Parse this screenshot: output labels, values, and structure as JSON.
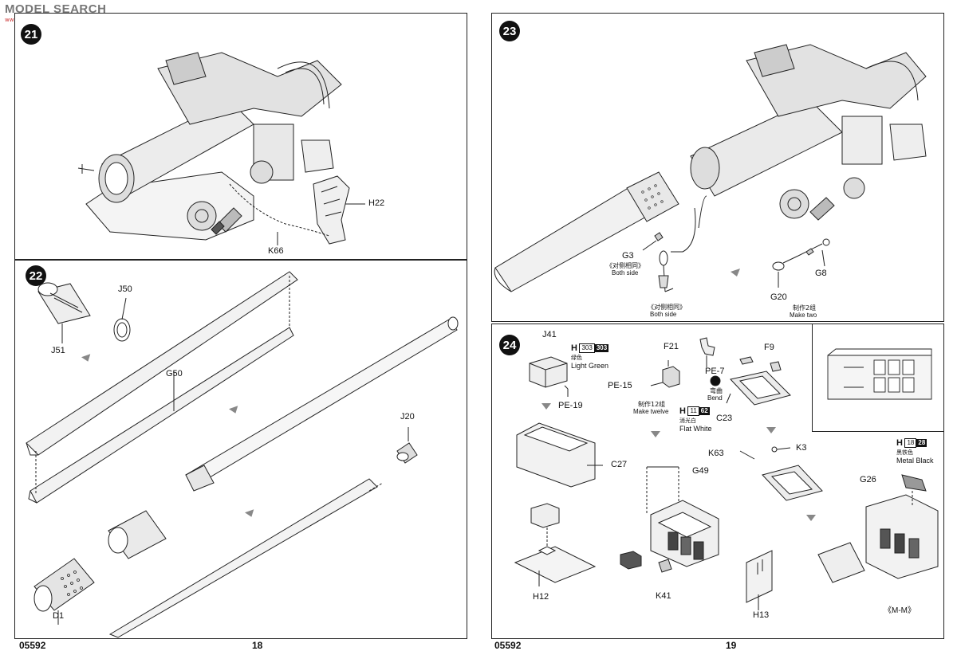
{
  "watermark": {
    "text": "MODEL SEARCH",
    "sub": "www.hmodel.com"
  },
  "left_page": {
    "code": "05592",
    "page_number": "18",
    "steps": {
      "s21": {
        "number": "21",
        "labels": {
          "h22": "H22",
          "k66": "K66"
        }
      },
      "s22": {
        "number": "22",
        "labels": {
          "j50": "J50",
          "j51": "J51",
          "g50": "G50",
          "j20": "J20",
          "d1": "D1"
        }
      }
    }
  },
  "right_page": {
    "code": "05592",
    "page_number": "19",
    "steps": {
      "s23": {
        "number": "23",
        "labels": {
          "g3": "G3",
          "g20": "G20",
          "g8": "G8"
        },
        "notes": {
          "both_side_cn": "《对侧相同》",
          "both_side_en": "Both side",
          "both_side2_cn": "《对侧相同》",
          "both_side2_en": "Both side",
          "make_two_cn": "制作2组",
          "make_two_en": "Make two"
        }
      },
      "s24": {
        "number": "24",
        "labels": {
          "j41": "J41",
          "pe19": "PE-19",
          "f21": "F21",
          "pe15": "PE-15",
          "pe7": "PE-7",
          "f9": "F9",
          "c23": "C23",
          "c27": "C27",
          "g49": "G49",
          "k63": "K63",
          "k3": "K3",
          "g26": "G26",
          "h12": "H12",
          "k41": "K41",
          "h13": "H13",
          "mm": "《M-M》"
        },
        "paints": {
          "light_green": {
            "key": "H",
            "a": "303",
            "b": "303",
            "cn": "绿色",
            "en": "Light Green"
          },
          "flat_white": {
            "key": "H",
            "a": "11",
            "b": "62",
            "cn": "消光白",
            "en": "Flat White"
          },
          "metal_black": {
            "key": "H",
            "a": "18",
            "b": "28",
            "cn": "黑铁色",
            "en": "Metal  Black"
          }
        },
        "notes": {
          "make_twelve_cn": "制作12组",
          "make_twelve_en": "Make twelve",
          "bend_cn": "弯曲",
          "bend_en": "Bend"
        }
      }
    }
  },
  "colors": {
    "ink": "#111111",
    "paper": "#ffffff",
    "arrow": "#888888"
  }
}
